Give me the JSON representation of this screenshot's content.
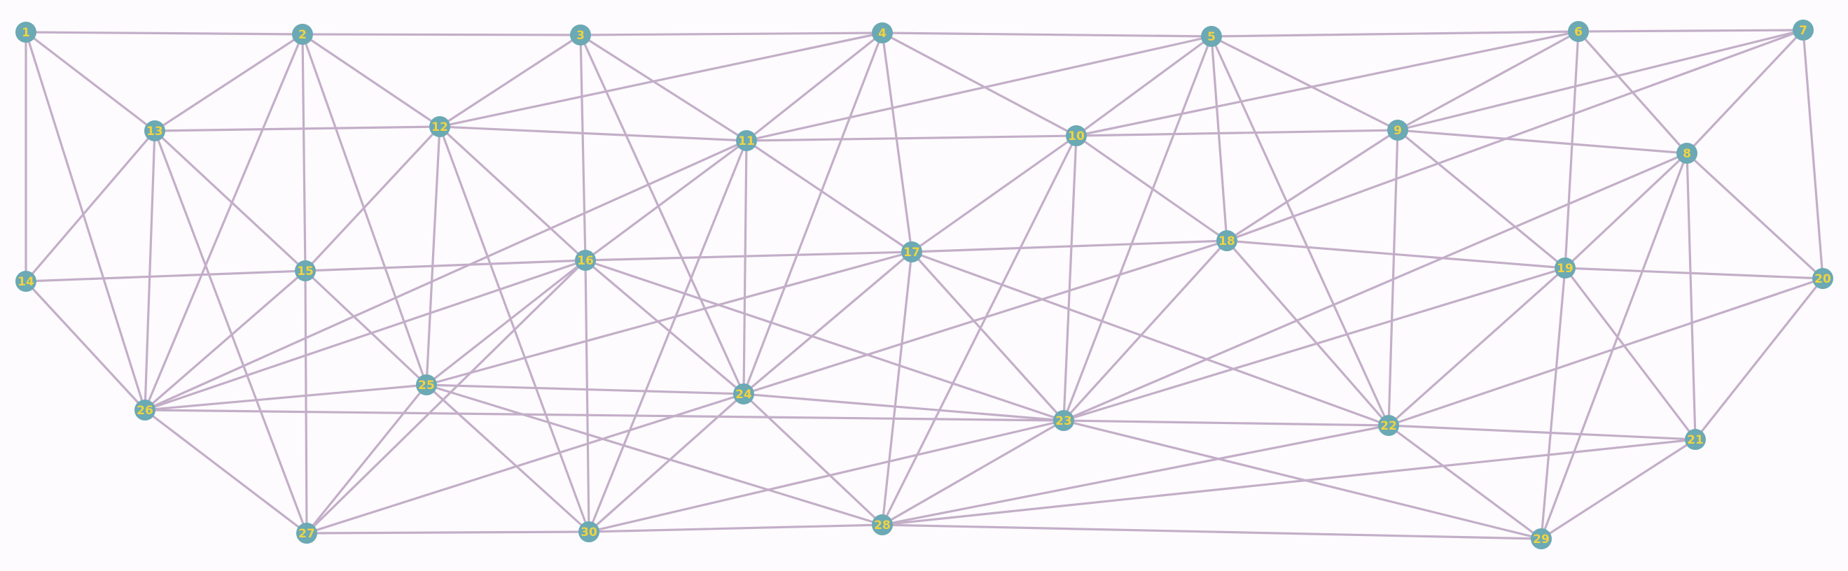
{
  "graph": {
    "node_color": "#6ba9b4",
    "label_color": "#f1d33f",
    "edge_color": "#c3aec8",
    "background": "#fdfbfd",
    "nodes": [
      {
        "id": "1",
        "label": "1"
      },
      {
        "id": "2",
        "label": "2"
      },
      {
        "id": "3",
        "label": "3"
      },
      {
        "id": "4",
        "label": "4"
      },
      {
        "id": "5",
        "label": "5"
      },
      {
        "id": "6",
        "label": "6"
      },
      {
        "id": "7",
        "label": "7"
      },
      {
        "id": "8",
        "label": "8"
      },
      {
        "id": "9",
        "label": "9"
      },
      {
        "id": "10",
        "label": "10"
      },
      {
        "id": "11",
        "label": "11"
      },
      {
        "id": "12",
        "label": "12"
      },
      {
        "id": "13",
        "label": "13"
      },
      {
        "id": "14",
        "label": "14"
      },
      {
        "id": "15",
        "label": "15"
      },
      {
        "id": "16",
        "label": "16"
      },
      {
        "id": "17",
        "label": "17"
      },
      {
        "id": "18",
        "label": "18"
      },
      {
        "id": "19",
        "label": "19"
      },
      {
        "id": "20",
        "label": "20"
      },
      {
        "id": "21",
        "label": "21"
      },
      {
        "id": "22",
        "label": "22"
      },
      {
        "id": "23",
        "label": "23"
      },
      {
        "id": "24",
        "label": "24"
      },
      {
        "id": "25",
        "label": "25"
      },
      {
        "id": "26",
        "label": "26"
      },
      {
        "id": "27",
        "label": "27"
      },
      {
        "id": "28",
        "label": "28"
      },
      {
        "id": "29",
        "label": "29"
      },
      {
        "id": "30",
        "label": "30"
      }
    ],
    "edges": [
      [
        "1",
        "2"
      ],
      [
        "1",
        "13"
      ],
      [
        "1",
        "14"
      ],
      [
        "1",
        "26"
      ],
      [
        "2",
        "3"
      ],
      [
        "2",
        "13"
      ],
      [
        "2",
        "12"
      ],
      [
        "2",
        "15"
      ],
      [
        "2",
        "25"
      ],
      [
        "2",
        "26"
      ],
      [
        "3",
        "4"
      ],
      [
        "3",
        "12"
      ],
      [
        "3",
        "11"
      ],
      [
        "3",
        "16"
      ],
      [
        "3",
        "24"
      ],
      [
        "4",
        "5"
      ],
      [
        "4",
        "12"
      ],
      [
        "4",
        "11"
      ],
      [
        "4",
        "10"
      ],
      [
        "4",
        "17"
      ],
      [
        "4",
        "24"
      ],
      [
        "5",
        "6"
      ],
      [
        "5",
        "11"
      ],
      [
        "5",
        "10"
      ],
      [
        "5",
        "9"
      ],
      [
        "5",
        "18"
      ],
      [
        "5",
        "23"
      ],
      [
        "5",
        "22"
      ],
      [
        "6",
        "7"
      ],
      [
        "6",
        "10"
      ],
      [
        "6",
        "9"
      ],
      [
        "6",
        "8"
      ],
      [
        "6",
        "19"
      ],
      [
        "7",
        "9"
      ],
      [
        "7",
        "18"
      ],
      [
        "7",
        "8"
      ],
      [
        "7",
        "20"
      ],
      [
        "8",
        "9"
      ],
      [
        "8",
        "19"
      ],
      [
        "8",
        "20"
      ],
      [
        "8",
        "21"
      ],
      [
        "8",
        "29"
      ],
      [
        "8",
        "23"
      ],
      [
        "9",
        "10"
      ],
      [
        "9",
        "18"
      ],
      [
        "9",
        "19"
      ],
      [
        "9",
        "22"
      ],
      [
        "10",
        "11"
      ],
      [
        "10",
        "17"
      ],
      [
        "10",
        "18"
      ],
      [
        "10",
        "23"
      ],
      [
        "10",
        "28"
      ],
      [
        "11",
        "12"
      ],
      [
        "11",
        "16"
      ],
      [
        "11",
        "17"
      ],
      [
        "11",
        "24"
      ],
      [
        "11",
        "26"
      ],
      [
        "11",
        "30"
      ],
      [
        "12",
        "13"
      ],
      [
        "12",
        "15"
      ],
      [
        "12",
        "16"
      ],
      [
        "12",
        "25"
      ],
      [
        "12",
        "30"
      ],
      [
        "13",
        "14"
      ],
      [
        "13",
        "15"
      ],
      [
        "13",
        "26"
      ],
      [
        "13",
        "27"
      ],
      [
        "14",
        "15"
      ],
      [
        "14",
        "26"
      ],
      [
        "15",
        "16"
      ],
      [
        "15",
        "25"
      ],
      [
        "15",
        "26"
      ],
      [
        "15",
        "27"
      ],
      [
        "16",
        "17"
      ],
      [
        "16",
        "24"
      ],
      [
        "16",
        "23"
      ],
      [
        "16",
        "25"
      ],
      [
        "16",
        "26"
      ],
      [
        "16",
        "27"
      ],
      [
        "16",
        "30"
      ],
      [
        "17",
        "18"
      ],
      [
        "17",
        "24"
      ],
      [
        "17",
        "23"
      ],
      [
        "17",
        "22"
      ],
      [
        "17",
        "25"
      ],
      [
        "17",
        "28"
      ],
      [
        "18",
        "19"
      ],
      [
        "18",
        "24"
      ],
      [
        "18",
        "23"
      ],
      [
        "18",
        "22"
      ],
      [
        "19",
        "20"
      ],
      [
        "19",
        "23"
      ],
      [
        "19",
        "22"
      ],
      [
        "19",
        "21"
      ],
      [
        "19",
        "29"
      ],
      [
        "20",
        "22"
      ],
      [
        "20",
        "21"
      ],
      [
        "21",
        "22"
      ],
      [
        "21",
        "28"
      ],
      [
        "21",
        "29"
      ],
      [
        "22",
        "23"
      ],
      [
        "22",
        "28"
      ],
      [
        "22",
        "29"
      ],
      [
        "23",
        "24"
      ],
      [
        "23",
        "26"
      ],
      [
        "23",
        "28"
      ],
      [
        "23",
        "29"
      ],
      [
        "23",
        "30"
      ],
      [
        "24",
        "25"
      ],
      [
        "24",
        "27"
      ],
      [
        "24",
        "28"
      ],
      [
        "24",
        "30"
      ],
      [
        "25",
        "26"
      ],
      [
        "25",
        "27"
      ],
      [
        "25",
        "28"
      ],
      [
        "25",
        "30"
      ],
      [
        "26",
        "27"
      ],
      [
        "27",
        "30"
      ],
      [
        "28",
        "29"
      ],
      [
        "28",
        "30"
      ]
    ]
  }
}
